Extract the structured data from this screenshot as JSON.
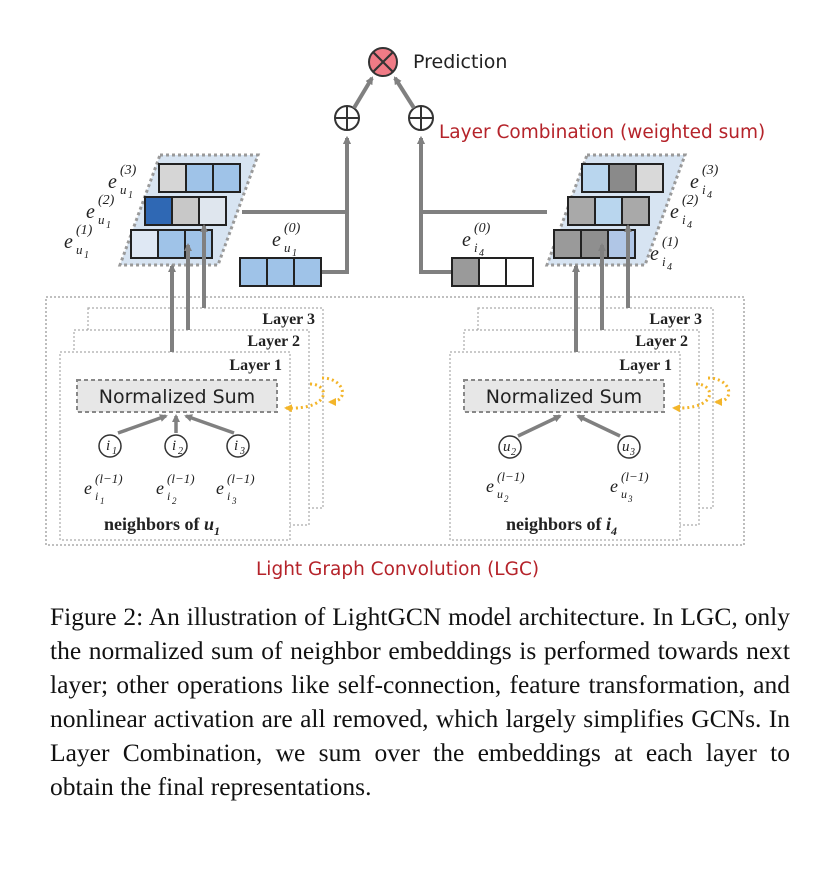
{
  "diagram": {
    "prediction_label": "Prediction",
    "layer_combination_label": "Layer Combination (weighted sum)",
    "lgc_label": "Light Graph Convolution (LGC)",
    "layer_labels": [
      "Layer 3",
      "Layer 2",
      "Layer 1"
    ],
    "normalized_sum_label": "Normalized Sum",
    "left": {
      "neighbors_caption": "neighbors of ",
      "neighbors_node": "u",
      "neighbors_sub": "1",
      "nodes": [
        {
          "letter": "i",
          "sub": "1"
        },
        {
          "letter": "i",
          "sub": "2"
        },
        {
          "letter": "i",
          "sub": "3"
        }
      ],
      "neighbor_embeddings": [
        {
          "base": "e",
          "sup": "(l−1)",
          "sub": "i",
          "subsub": "1"
        },
        {
          "base": "e",
          "sup": "(l−1)",
          "sub": "i",
          "subsub": "2"
        },
        {
          "base": "e",
          "sup": "(l−1)",
          "sub": "i",
          "subsub": "3"
        }
      ],
      "layer_embeddings": [
        {
          "base": "e",
          "sup": "(3)",
          "sub": "u",
          "subsub": "1"
        },
        {
          "base": "e",
          "sup": "(2)",
          "sub": "u",
          "subsub": "1"
        },
        {
          "base": "e",
          "sup": "(1)",
          "sub": "u",
          "subsub": "1"
        }
      ],
      "initial_embedding": {
        "base": "e",
        "sup": "(0)",
        "sub": "u",
        "subsub": "1"
      },
      "stack_colors": [
        [
          "#d6d6d6",
          "#9fc3e8",
          "#9fc3e8"
        ],
        [
          "#2f68b4",
          "#c8c8c8",
          "#dfe6ee"
        ],
        [
          "#dfe8f4",
          "#9fc3e8",
          "#9fc3e8"
        ]
      ],
      "initial_colors": [
        "#9fc3e8",
        "#9fc3e8",
        "#9fc3e8"
      ]
    },
    "right": {
      "neighbors_caption": "neighbors of ",
      "neighbors_node": "i",
      "neighbors_sub": "4",
      "nodes": [
        {
          "letter": "u",
          "sub": "2"
        },
        {
          "letter": "u",
          "sub": "3"
        }
      ],
      "neighbor_embeddings": [
        {
          "base": "e",
          "sup": "(l−1)",
          "sub": "u",
          "subsub": "2"
        },
        {
          "base": "e",
          "sup": "(l−1)",
          "sub": "u",
          "subsub": "3"
        }
      ],
      "layer_embeddings": [
        {
          "base": "e",
          "sup": "(3)",
          "sub": "i",
          "subsub": "4"
        },
        {
          "base": "e",
          "sup": "(2)",
          "sub": "i",
          "subsub": "4"
        },
        {
          "base": "e",
          "sup": "(1)",
          "sub": "i",
          "subsub": "4"
        }
      ],
      "initial_embedding": {
        "base": "e",
        "sup": "(0)",
        "sub": "i",
        "subsub": "4"
      },
      "stack_colors": [
        [
          "#b9d6ee",
          "#8a8a8a",
          "#d9d9d9"
        ],
        [
          "#a9a9a9",
          "#b9d6ee",
          "#a9a9a9"
        ],
        [
          "#9a9a9a",
          "#8f8f8f",
          "#b0c6e6"
        ]
      ],
      "initial_colors": [
        "#9a9a9a",
        "#ffffff",
        "#ffffff"
      ]
    },
    "colors": {
      "arrow": "#808080",
      "dotted_border": "#9a9a9a",
      "stack_panel": "#d7e4f2",
      "prediction_fill": "#f07b86",
      "accent_red": "#b5232a",
      "accent_orange": "#f3b52a"
    }
  },
  "caption": {
    "figure_label": "Figure 2:",
    "text": "An illustration of LightGCN model architecture. In LGC, only the normalized sum of neighbor embeddings is performed towards next layer; other operations like self-connection, feature transformation, and nonlinear activation are all removed, which largely simplifies GCNs. In Layer Combination, we sum over the embeddings at each layer to obtain the final representations."
  }
}
